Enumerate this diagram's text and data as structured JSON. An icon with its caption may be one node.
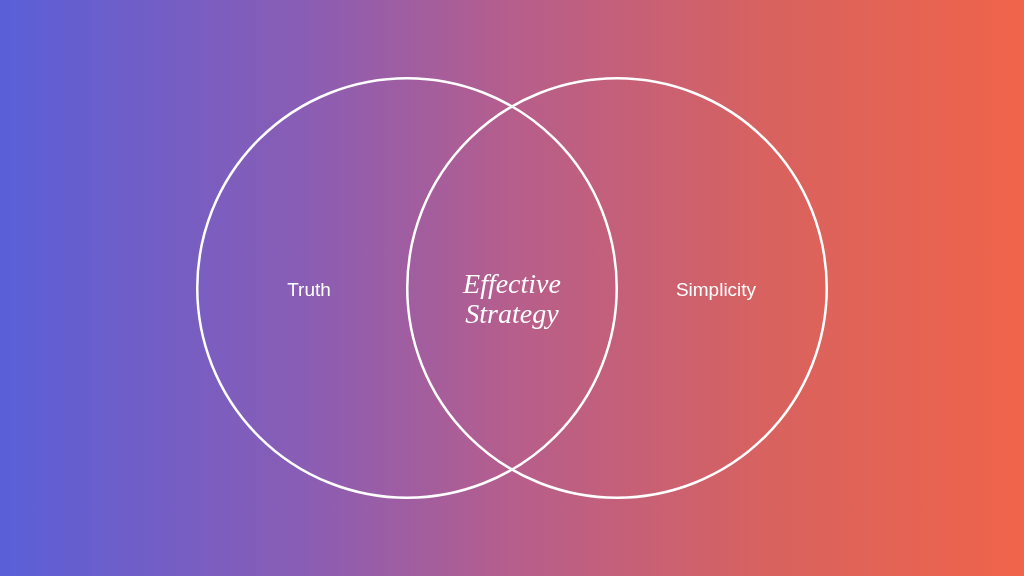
{
  "diagram": {
    "nodes": [
      {
        "text": [
          "Truth"
        ]
      },
      {
        "text": [
          "Simplicity"
        ]
      }
    ],
    "labels": [
      "Effective Strategy"
    ]
  }
}
